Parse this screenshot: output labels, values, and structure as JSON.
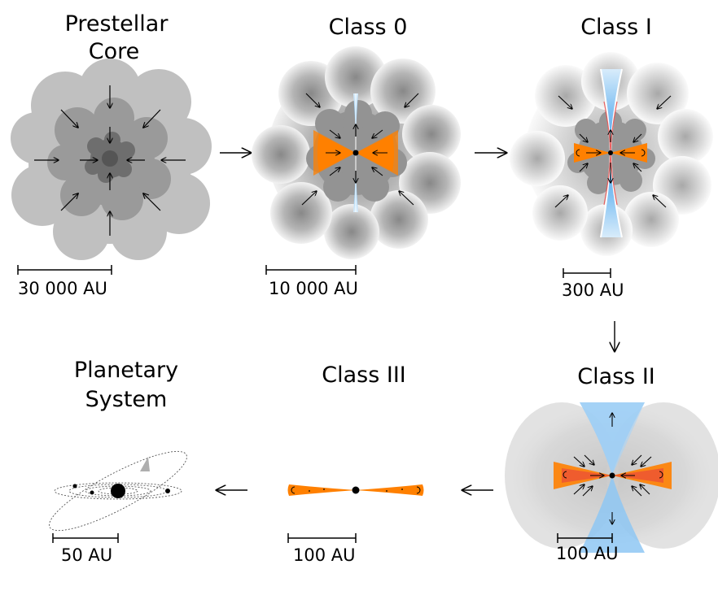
{
  "stages": [
    {
      "id": "prestellar",
      "title_lines": [
        "Prestellar",
        "Core"
      ],
      "scale_label": "30 000 AU"
    },
    {
      "id": "class0",
      "title_lines": [
        "Class 0"
      ],
      "scale_label": "10 000 AU"
    },
    {
      "id": "class1",
      "title_lines": [
        "Class I"
      ],
      "scale_label": "300 AU"
    },
    {
      "id": "class2",
      "title_lines": [
        "Class II"
      ],
      "scale_label": "100 AU"
    },
    {
      "id": "class3",
      "title_lines": [
        "Class III"
      ],
      "scale_label": "100 AU"
    },
    {
      "id": "planetary",
      "title_lines": [
        "Planetary",
        "System"
      ],
      "scale_label": "50 AU"
    }
  ],
  "colors": {
    "envelope_outer": "#c0c0c0",
    "envelope_mid": "#999999",
    "envelope_core": "#6e6e6e",
    "disk_orange": "#ff8000",
    "outflow_blue": "#6ab4f0",
    "outflow_red": "#e84040"
  }
}
